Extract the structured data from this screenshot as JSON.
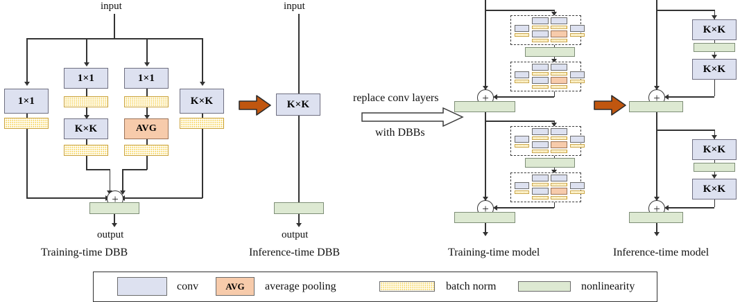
{
  "figure": {
    "title": "Diverse Branch Block (DBB) structural re-parameterization diagram",
    "colors": {
      "conv": "#dde1f0",
      "avg": "#f7cbab",
      "batch_norm": "#f6d24e",
      "nonlinearity": "#dde9d2",
      "line": "#333333",
      "orange_arrow": "#c0560f"
    }
  },
  "panels": [
    {
      "id": "training-time-dbb",
      "caption": "Training-time DBB",
      "input_label": "input",
      "output_label": "output",
      "branches": [
        {
          "id": "branch-1x1",
          "nodes": [
            "1×1",
            "bn"
          ]
        },
        {
          "id": "branch-1x1-kxk",
          "nodes": [
            "1×1",
            "bn",
            "K×K",
            "bn"
          ]
        },
        {
          "id": "branch-1x1-avg",
          "nodes": [
            "1×1",
            "bn",
            "AVG",
            "bn"
          ]
        },
        {
          "id": "branch-kxk",
          "nodes": [
            "K×K",
            "bn"
          ]
        }
      ],
      "sum_symbol": "+",
      "tail": [
        "nonlinearity"
      ]
    },
    {
      "id": "inference-time-dbb",
      "caption": "Inference-time DBB",
      "input_label": "input",
      "output_label": "output",
      "branches": [
        {
          "id": "branch-kxk",
          "nodes": [
            "K×K"
          ]
        }
      ],
      "tail": [
        "nonlinearity"
      ]
    },
    {
      "id": "training-time-model",
      "caption": "Training-time model",
      "sum_symbol": "+",
      "blocks": [
        "dbb",
        "nonlinearity",
        "dbb",
        "sum",
        "nonlinearity",
        "dbb",
        "nonlinearity",
        "dbb",
        "sum",
        "nonlinearity"
      ]
    },
    {
      "id": "inference-time-model",
      "caption": "Inference-time model",
      "sum_symbol": "+",
      "blocks": [
        "K×K",
        "nonlinearity",
        "K×K",
        "sum",
        "nonlinearity",
        "K×K",
        "nonlinearity",
        "K×K",
        "sum",
        "nonlinearity"
      ]
    }
  ],
  "transform_arrow": {
    "line1": "replace conv layers",
    "line2": "with DBBs"
  },
  "node_labels": {
    "one_by_one": "1×1",
    "k_by_k": "K×K",
    "avg": "AVG",
    "plus": "+",
    "input": "input",
    "output": "output"
  },
  "legend": {
    "items": [
      {
        "key": "conv",
        "swatch_text": "",
        "label": "conv"
      },
      {
        "key": "average-pool",
        "swatch_text": "AVG",
        "label": "average pooling"
      },
      {
        "key": "batch-norm",
        "swatch_text": "",
        "label": "batch norm"
      },
      {
        "key": "nonlinearity",
        "swatch_text": "",
        "label": "nonlinearity"
      }
    ]
  }
}
